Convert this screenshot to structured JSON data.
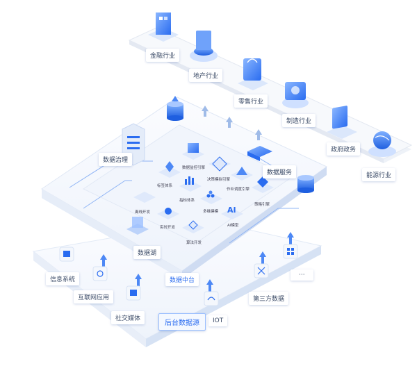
{
  "industries": {
    "finance": "金融行业",
    "real_estate": "地产行业",
    "retail": "零售行业",
    "manufacturing": "制造行业",
    "government": "政府政务",
    "energy": "能源行业"
  },
  "middle": {
    "governance": "数据治理",
    "services": "数据服务",
    "lake": "数据湖",
    "platform": "数据中台",
    "modules": {
      "monitor_engine": "数据监控引擎",
      "decision_engine": "决策模拟引擎",
      "label_system": "标签体系",
      "metric_system": "指标体系",
      "ops_engine": "作业调度引擎",
      "strategy_engine": "策略引擎",
      "offline_dev": "离线开发",
      "multi_modeling": "多维建模",
      "realtime_dev": "实时开发",
      "ai_model": "AI模型",
      "algo_dev": "算法开发",
      "ai_text": "AI"
    }
  },
  "backend": {
    "title": "后台数据源",
    "info_system": "信息系统",
    "internet_app": "互联网应用",
    "social_media": "社交媒体",
    "iot": "IOT",
    "third_party": "第三方数据",
    "more": "···"
  },
  "colors": {
    "accent": "#2a6cf0",
    "plate": "#f5f8fd",
    "edge": "#d9e4f5"
  }
}
